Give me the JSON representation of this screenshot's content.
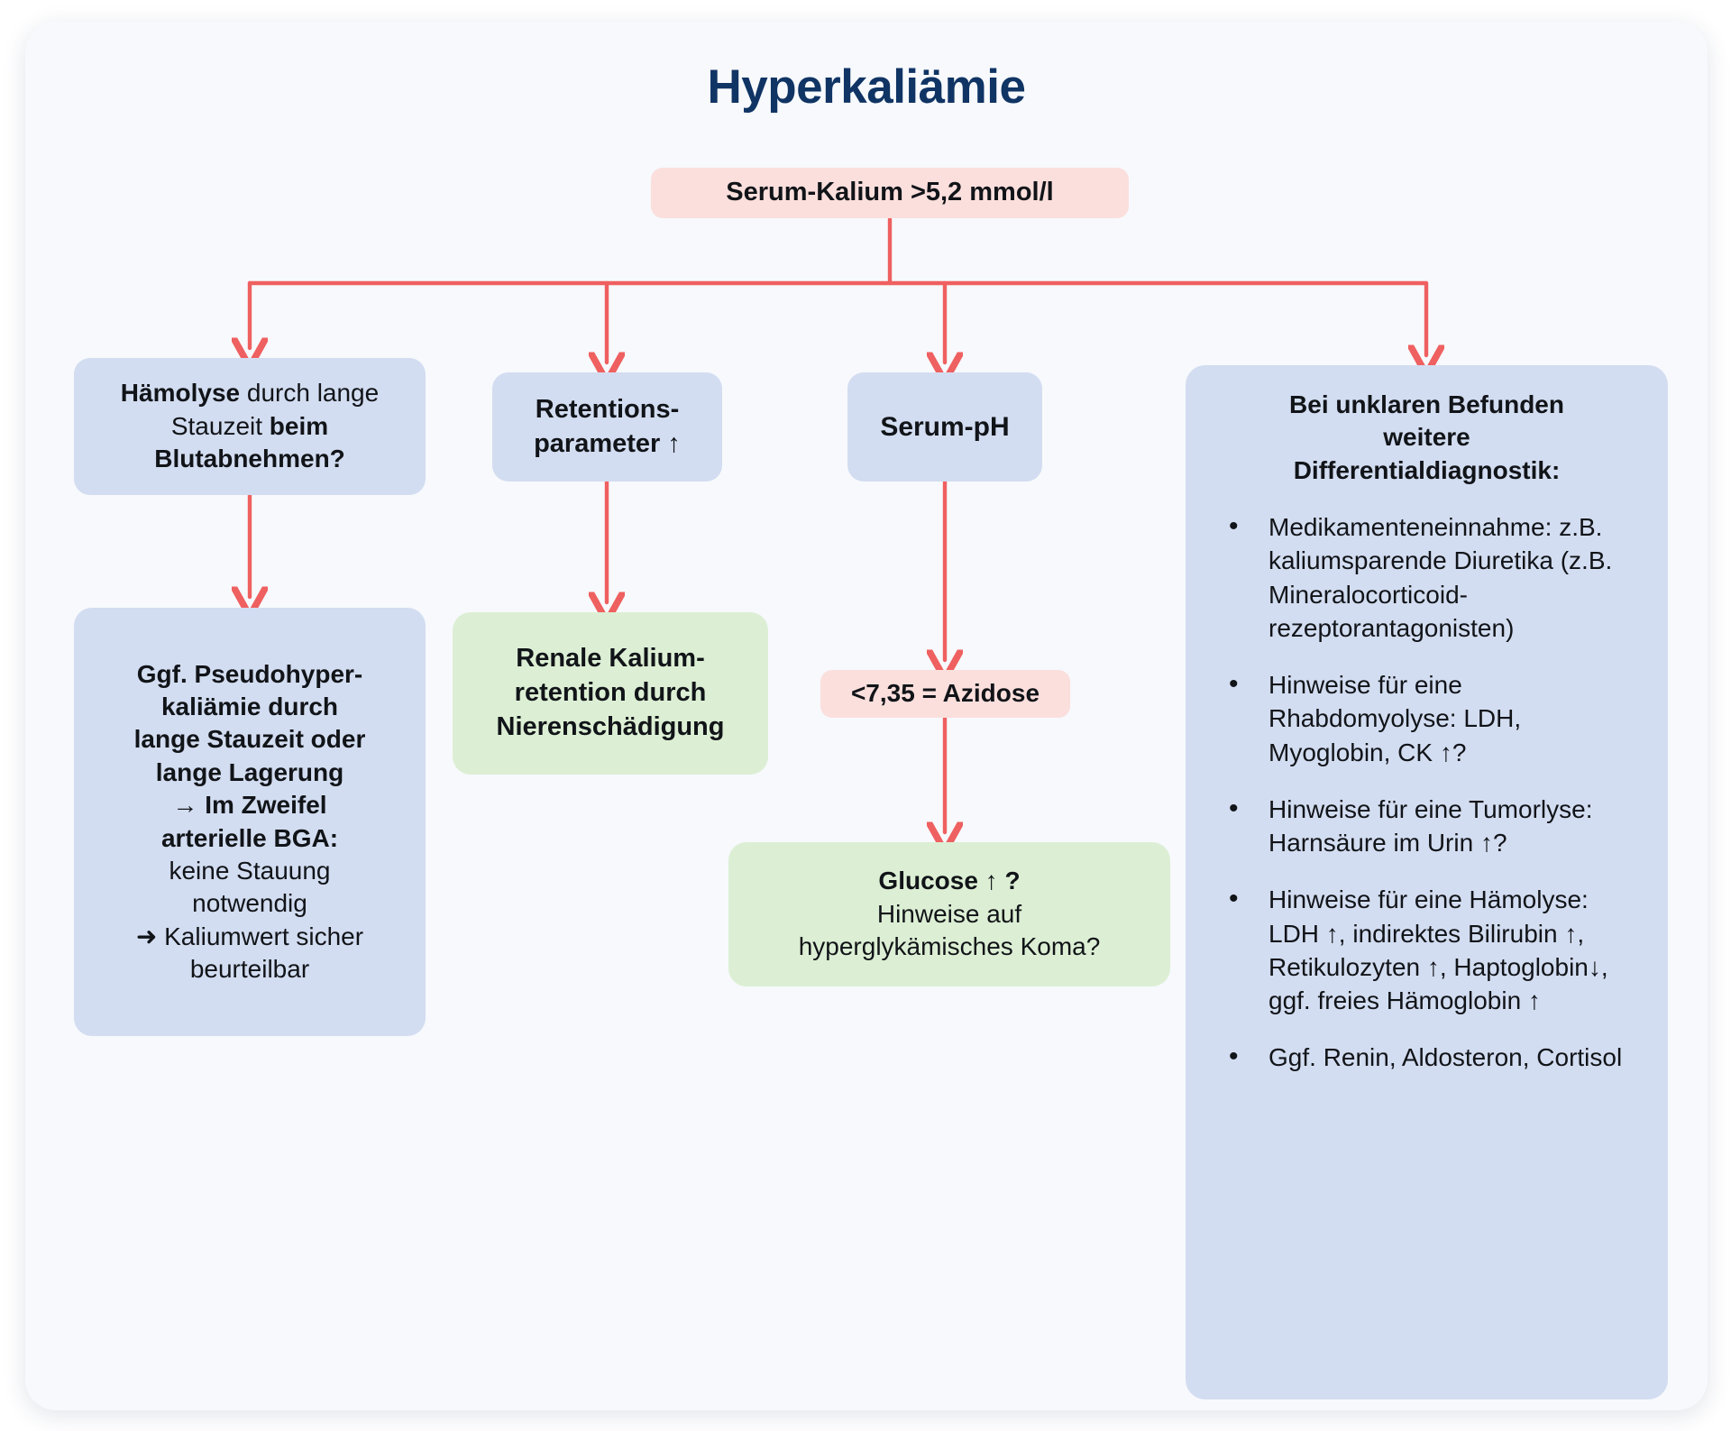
{
  "page": {
    "title": "Hyperkaliämie",
    "colors": {
      "title": "#103464",
      "arrow": "#ef6060",
      "pink_box": "#fbdfdd",
      "blue_box": "#d3ddf1",
      "green_box": "#dcefd4",
      "canvas": "#f7f9fc"
    }
  },
  "nodes": {
    "serum_kalium": "Serum-Kalium >5,2 mmol/l",
    "haemolyse": {
      "part1_bold": "Hämolyse",
      "part2": " durch lange Stauzeit ",
      "part3_bold": "beim Blutabnehmen?"
    },
    "pseudohyperkaliaemie": {
      "bold_block": "Ggf. Pseudohyper-kaliämie durch lange Stauzeit oder lange Lagerung → Im Zweifel arterielle BGA:",
      "line1": "Ggf. Pseudohyper-",
      "line2": "kaliämie durch",
      "line3": "lange Stauzeit oder",
      "line4": "lange Lagerung",
      "line5": "→ Im Zweifel",
      "line6": "arterielle BGA:",
      "line7": "keine Stauung",
      "line8": "notwendig",
      "line9": "➜ Kaliumwert sicher",
      "line10": "beurteilbar"
    },
    "retentionsparameter": {
      "line1": "Retentions-",
      "line2": "parameter ↑"
    },
    "renale_kaliumretention": {
      "line1": "Renale Kalium-",
      "line2": "retention durch",
      "line3": "Nierenschädigung"
    },
    "serum_ph": "Serum-pH",
    "azidose": "<7,35 = Azidose",
    "glucose": {
      "line1_bold": "Glucose ↑ ?",
      "line2": "Hinweise auf",
      "line3": "hyperglykämisches Koma?"
    },
    "differentialdiagnostik": {
      "heading_line1": "Bei unklaren Befunden",
      "heading_line2": "weitere",
      "heading_line3": "Differentialdiagnostik:",
      "bullets": [
        "Medikamenteneinnahme: z.B. kaliumsparende Diuretika (z.B. Mineralocorticoid-rezeptorantagonisten)",
        "Hinweise für eine Rhabdomyolyse: LDH, Myoglobin, CK ↑?",
        "Hinweise für eine Tumorlyse: Harnsäure im Urin ↑?",
        "Hinweise für eine Hämolyse: LDH ↑, indirektes Bilirubin ↑, Retikulozyten ↑, Haptoglobin↓, ggf. freies Hämoglobin ↑",
        "Ggf. Renin, Aldosteron, Cortisol"
      ]
    }
  }
}
